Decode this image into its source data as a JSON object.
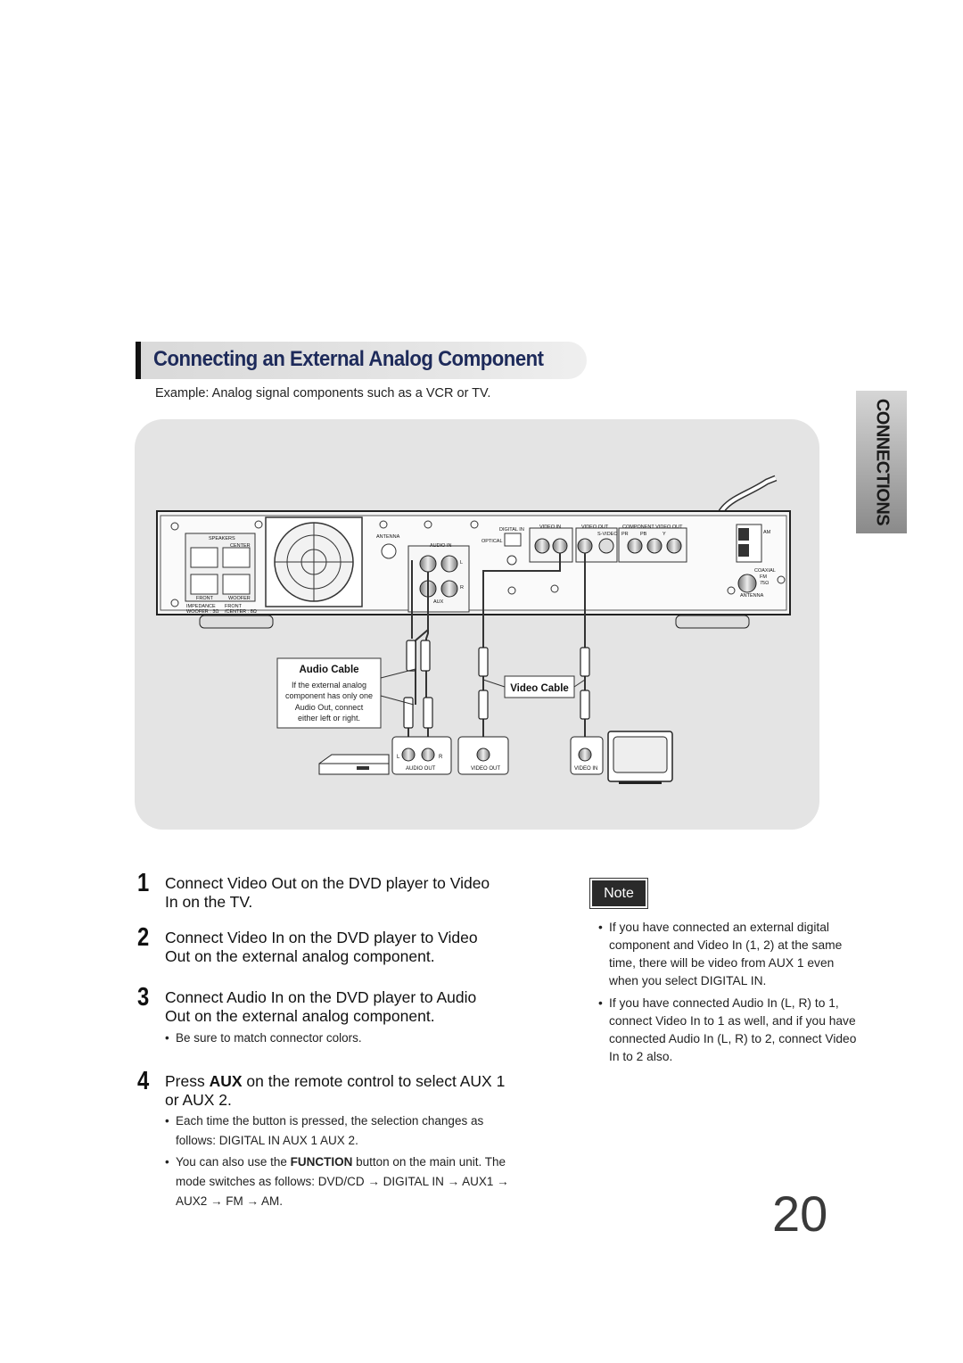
{
  "section": {
    "title": "Connecting an External Analog Component",
    "example": "Example: Analog signal components such as a VCR or TV."
  },
  "side_tab": {
    "label": "CONNECTIONS"
  },
  "diagram": {
    "unit_labels": {
      "speakers": "SPEAKERS",
      "center": "CENTER",
      "front": "FRONT",
      "woofer": "WOOFER",
      "impedance": "IMPEDANCE",
      "impedance_woofer": "WOOFER : 3Ω",
      "front_center": "FRONT",
      "front_center2": "/CENTER : 8Ω",
      "antenna": "ANTENNA",
      "audio_in": "AUDIO IN",
      "l": "L",
      "r": "R",
      "aux": "AUX",
      "optical": "OPTICAL",
      "digital_in": "DIGITAL IN",
      "video_in": "VIDEO IN",
      "video_out": "VIDEO OUT",
      "s_video": "S-VIDEO",
      "component_video_out": "COMPONENT VIDEO OUT",
      "pr": "PR",
      "pb": "PB",
      "y": "Y",
      "am": "AM",
      "coaxial": "COAXIAL",
      "fm": "FM",
      "ohm": "75Ω",
      "antenna2": "ANTENNA"
    },
    "audio_cable": {
      "title": "Audio Cable",
      "lines": [
        "If the external analog",
        "component has only one",
        "Audio Out, connect",
        "either left or right."
      ]
    },
    "video_cable": {
      "title": "Video Cable"
    },
    "component_labels": {
      "audio_out": "AUDIO OUT",
      "video_out": "VIDEO OUT",
      "video_in": "VIDEO IN",
      "l": "L",
      "r": "R"
    }
  },
  "steps": [
    {
      "num": "1",
      "text": "Connect Video Out on the DVD player to Video In on the TV."
    },
    {
      "num": "2",
      "text": "Connect Video In on the DVD player to Video Out on the external analog component."
    },
    {
      "num": "3",
      "text": "Connect Audio In on the DVD player to Audio Out on the external analog component.",
      "bullet": "Be sure to match connector colors."
    },
    {
      "num": "4",
      "text_pre": "Press ",
      "text_bold": "AUX",
      "text_post": " on the remote control to select AUX 1 or AUX 2.",
      "bullets": [
        {
          "text": "Each time the button is pressed, the selection changes as follows: DIGITAL IN  AUX 1  AUX 2."
        },
        {
          "pre": "You can also use the ",
          "bold": "FUNCTION",
          "post": " button on the main unit. The mode switches as follows: DVD/CD → DIGITAL IN → AUX1 → AUX2 → FM → AM."
        }
      ]
    }
  ],
  "note": {
    "label": "Note",
    "items": [
      "If you have connected an external digital component and Video In (1, 2) at the same time, there will be video from AUX 1 even when you select DIGITAL IN.",
      "If you have connected Audio In (L, R) to 1, connect Video In to 1 as well, and if you have connected Audio In (L, R) to 2, connect Video In to 2 also."
    ]
  },
  "page_number": "20"
}
